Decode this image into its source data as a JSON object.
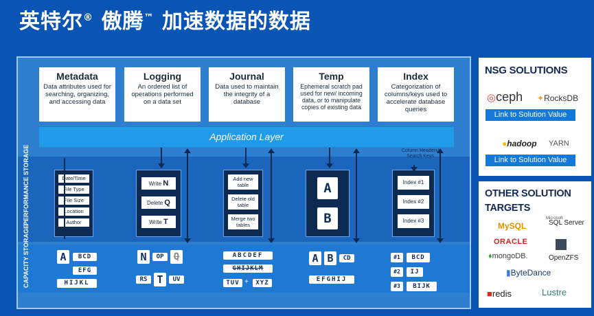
{
  "title": {
    "main": "英特尔",
    "reg": "®",
    "product": "傲腾",
    "tm": "™",
    "rest": "加速数据的数据"
  },
  "cards": [
    {
      "title": "Metadata",
      "desc": "Data attributes used for searching, organizing, and accessing data"
    },
    {
      "title": "Logging",
      "desc": "An ordered list of operations performed on a data set"
    },
    {
      "title": "Journal",
      "desc": "Data used to maintain the integrity of a database"
    },
    {
      "title": "Temp",
      "desc": "Ephemeral scratch pad used for new/ incoming data, or to manipulate copies of existing data"
    },
    {
      "title": "Index",
      "desc": "Categorization of columns/keys used to accelerate database queries"
    }
  ],
  "application_layer": "Application Layer",
  "tiers": {
    "performance": "PERFORMANCE STORAGE",
    "capacity": "CAPACITY STORAGE"
  },
  "metadata_stack": [
    "Date/Time",
    "File Type",
    "File Size",
    "Location",
    "Author"
  ],
  "logging_stack": [
    {
      "prefix": "Write ",
      "key": "N"
    },
    {
      "prefix": "Delete ",
      "key": "Q"
    },
    {
      "prefix": "Write ",
      "key": "T"
    }
  ],
  "journal_stack": [
    "Add new table",
    "Delete old table",
    "Merge two tables"
  ],
  "temp_stack": [
    "A",
    "B"
  ],
  "index_note": "Column Headers/ Search Keys",
  "index_stack": [
    "Index #1",
    "Index #2",
    "Index #3"
  ],
  "capacity": {
    "metadata": {
      "big": "A",
      "row1": "BCD",
      "row2": "EFG",
      "row3": "HIJKL"
    },
    "logging": {
      "big1": "N",
      "mid": "OP",
      "strike": "Q",
      "rs": "RS",
      "big2": "T",
      "uv": "UV"
    },
    "journal": {
      "row1": "ABCDEF",
      "row2": "GHIJKLM",
      "row3a": "TUV",
      "plus": "+",
      "row3b": "XYZ"
    },
    "temp": {
      "a": "A",
      "b": "B",
      "cd": "CD",
      "row2": "EFGHIJ"
    },
    "index": [
      {
        "num": "#1",
        "keys": "BCD"
      },
      {
        "num": "#2",
        "keys": "IJ"
      },
      {
        "num": "#3",
        "keys": "BIJK"
      }
    ]
  },
  "nsg": {
    "heading": "NSG SOLUTIONS",
    "logos1": [
      "ceph",
      "RocksDB"
    ],
    "link1": "Link to Solution Value",
    "logos2": [
      "hadoop",
      "YARN"
    ],
    "link2": "Link to Solution Value"
  },
  "other": {
    "heading1": "OTHER SOLUTION",
    "heading2": "TARGETS",
    "logos": [
      "MySQL",
      "Microsoft",
      "SQL Server",
      "ORACLE",
      "mongoDB.",
      "OpenZFS",
      "ByteDance",
      "redis",
      "Lustre"
    ]
  },
  "colors": {
    "background": "#0a55b4",
    "app_layer": "#1f9bea",
    "stack": "#0d2a52",
    "link": "#1479d8"
  }
}
